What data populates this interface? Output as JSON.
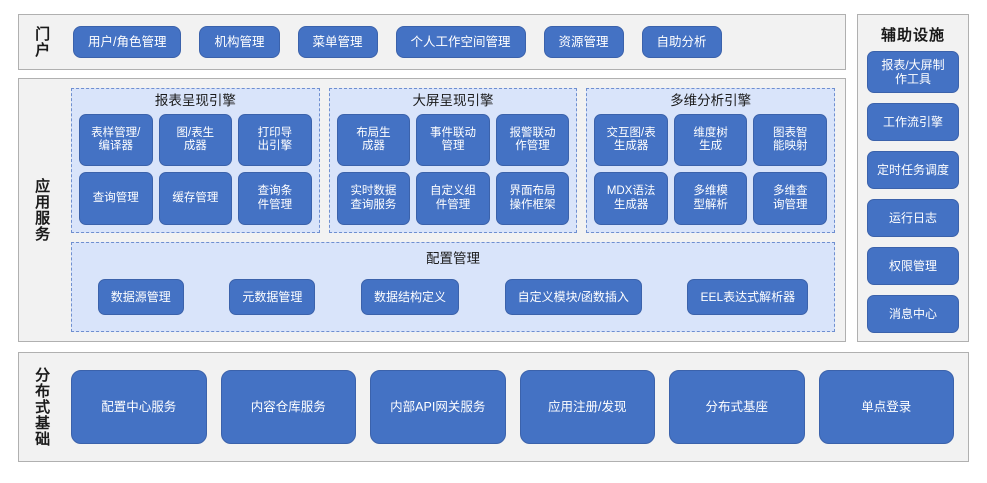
{
  "theme": {
    "chip_blue": "#4472c4",
    "chip_border": "#3b62ab",
    "group_bg": "#d9e4fa",
    "group_border": "#6f8fd0",
    "panel_bg": "#f2f2f2",
    "panel_border": "#b0b0b0",
    "label_color": "#1a1a1a"
  },
  "portal": {
    "label": "门户",
    "chips": [
      {
        "label": "用户/角色管理"
      },
      {
        "label": "机构管理"
      },
      {
        "label": "菜单管理"
      },
      {
        "label": "个人工作空间管理"
      },
      {
        "label": "资源管理"
      },
      {
        "label": "自助分析"
      }
    ]
  },
  "aux": {
    "title": "辅助设施",
    "items": [
      {
        "label": "报表/大屏制\n作工具"
      },
      {
        "label": "工作流引擎"
      },
      {
        "label": "定时任务调度"
      },
      {
        "label": "运行日志"
      },
      {
        "label": "权限管理"
      },
      {
        "label": "消息中心"
      }
    ]
  },
  "app_services": {
    "label": "应用服务",
    "engines": [
      {
        "title": "报表呈现引擎",
        "items": [
          {
            "label": "表样管理/\n编译器"
          },
          {
            "label": "图/表生\n成器"
          },
          {
            "label": "打印导\n出引擎"
          },
          {
            "label": "查询管理"
          },
          {
            "label": "缓存管理"
          },
          {
            "label": "查询条\n件管理"
          }
        ]
      },
      {
        "title": "大屏呈现引擎",
        "items": [
          {
            "label": "布局生\n成器"
          },
          {
            "label": "事件联动\n管理"
          },
          {
            "label": "报警联动\n作管理"
          },
          {
            "label": "实时数据\n查询服务"
          },
          {
            "label": "自定义组\n件管理"
          },
          {
            "label": "界面布局\n操作框架"
          }
        ]
      },
      {
        "title": "多维分析引擎",
        "items": [
          {
            "label": "交互图/表\n生成器"
          },
          {
            "label": "维度树\n生成"
          },
          {
            "label": "图表智\n能映射"
          },
          {
            "label": "MDX语法\n生成器"
          },
          {
            "label": "多维模\n型解析"
          },
          {
            "label": "多维查\n询管理"
          }
        ]
      }
    ],
    "config": {
      "title": "配置管理",
      "items": [
        {
          "label": "数据源管理"
        },
        {
          "label": "元数据管理"
        },
        {
          "label": "数据结构定义"
        },
        {
          "label": "自定义模块/函数插入"
        },
        {
          "label": "EEL表达式解析器"
        }
      ]
    }
  },
  "base": {
    "label": "分布式基础",
    "items": [
      {
        "label": "配置中心服务"
      },
      {
        "label": "内容仓库服务"
      },
      {
        "label": "内部API网关服务"
      },
      {
        "label": "应用注册/发现"
      },
      {
        "label": "分布式基座"
      },
      {
        "label": "单点登录"
      }
    ]
  }
}
